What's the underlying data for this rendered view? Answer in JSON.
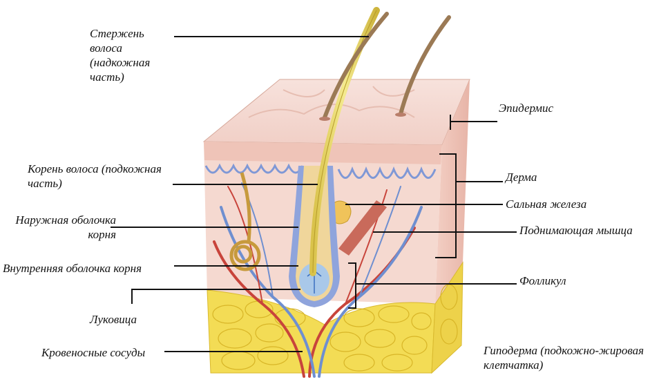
{
  "labels": {
    "hair_shaft": "Стержень волоса (надкожная часть)",
    "hair_root": "Корень волоса (подкожная часть)",
    "outer_root_sheath": "Наружная оболочка корня",
    "inner_root_sheath": "Внутренняя  оболочка корня",
    "bulb": "Луковица",
    "blood_vessels": "Кровеносные сосуды",
    "epidermis": "Эпидермис",
    "dermis": "Дерма",
    "sebaceous_gland": "Сальная железа",
    "arrector_muscle": "Поднимающая мышца",
    "follicle": "Фолликул",
    "hypodermis": "Гиподерма (подкожно-жировая клетчатка)"
  },
  "colors": {
    "epidermis": "#f2cfc5",
    "dermis": "#f5d7cf",
    "fat": "#f3dc55",
    "hair": "#e8d96a",
    "vessel_red": "#c8443b",
    "vessel_blue": "#6f8fd0",
    "muscle": "#c96a5b",
    "line": "#111111"
  }
}
